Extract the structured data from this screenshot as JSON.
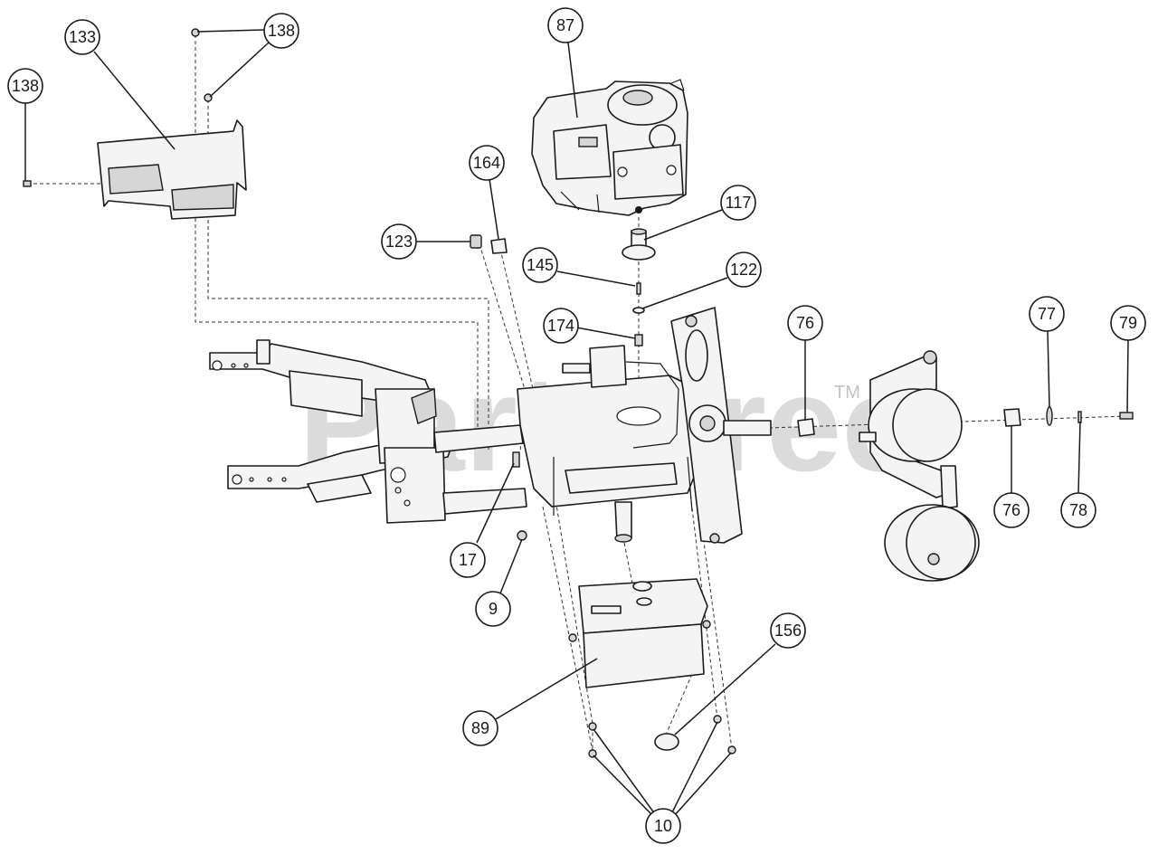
{
  "watermark": {
    "brand": "PartsTree",
    "trademark": "TM"
  },
  "callouts": [
    {
      "id": "c133",
      "label": "133"
    },
    {
      "id": "c138a",
      "label": "138"
    },
    {
      "id": "c138b",
      "label": "138"
    },
    {
      "id": "c87",
      "label": "87"
    },
    {
      "id": "c164",
      "label": "164"
    },
    {
      "id": "c117",
      "label": "117"
    },
    {
      "id": "c123",
      "label": "123"
    },
    {
      "id": "c145",
      "label": "145"
    },
    {
      "id": "c122",
      "label": "122"
    },
    {
      "id": "c174",
      "label": "174"
    },
    {
      "id": "c76a",
      "label": "76"
    },
    {
      "id": "c77",
      "label": "77"
    },
    {
      "id": "c79",
      "label": "79"
    },
    {
      "id": "c76b",
      "label": "76"
    },
    {
      "id": "c78",
      "label": "78"
    },
    {
      "id": "c17",
      "label": "17"
    },
    {
      "id": "c9",
      "label": "9"
    },
    {
      "id": "c156",
      "label": "156"
    },
    {
      "id": "c89",
      "label": "89"
    },
    {
      "id": "c10",
      "label": "10"
    }
  ]
}
